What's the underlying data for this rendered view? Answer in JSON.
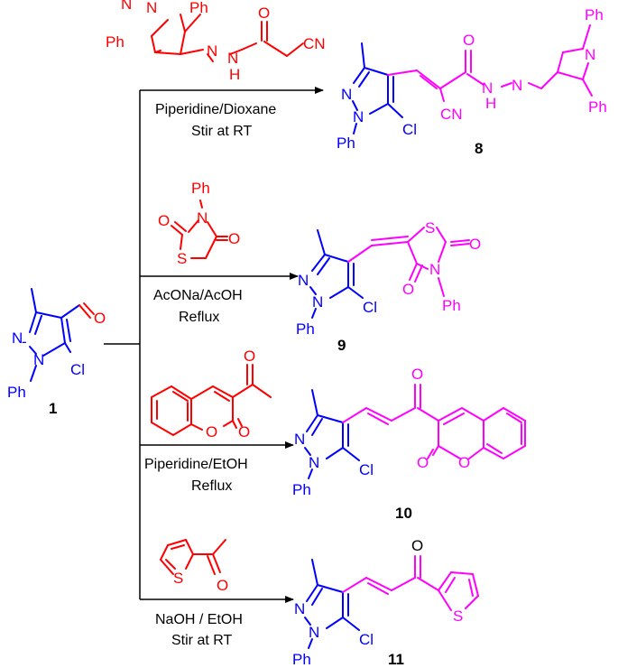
{
  "colors": {
    "core": "#0000ff",
    "reagent": "#ff0000",
    "added": "#ff00ff",
    "black": "#000000"
  },
  "atoms": {
    "N": "N",
    "Ph": "Ph",
    "Cl": "Cl",
    "O": "O",
    "S": "S",
    "H": "H",
    "CN": "CN"
  },
  "compound_numbers": {
    "c1": "1",
    "c8": "8",
    "c9": "9",
    "c10": "10",
    "c11": "11"
  },
  "reactions": [
    {
      "line1": "Piperidine/Dioxane",
      "line2": "Stir at RT"
    },
    {
      "line1": "AcONa/AcOH",
      "line2": "Reflux"
    },
    {
      "line1": "Piperidine/EtOH",
      "line2": "Reflux"
    },
    {
      "line1": "NaOH / EtOH",
      "line2": "Stir at RT"
    }
  ]
}
